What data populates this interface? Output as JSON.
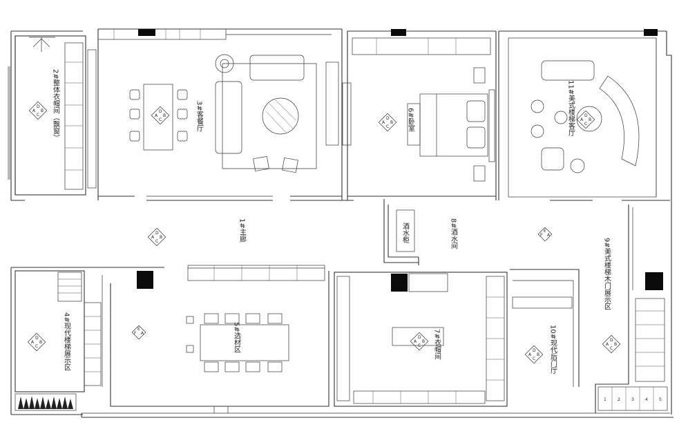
{
  "rooms": {
    "r1": "1#主廊",
    "r2": "2#整体衣帽间（飘窗）",
    "r3": "3#客餐厅",
    "r4": "4#现代楼梯展示区",
    "r5": "5#选材区",
    "r6": "6#卧室",
    "r7": "7#衣帽间",
    "r8": "8#酒水间",
    "r9": "9#美式楼梯木门展示区",
    "r10": "10#现代后门厅",
    "r11": "11#美式楼梯客厅",
    "wine": "酒水柜"
  },
  "markers": {
    "dab": [
      "D",
      "A",
      "B",
      "C"
    ],
    "efa": [
      "E",
      "F",
      "A"
    ]
  },
  "stair_numbers": [
    "1",
    "2",
    "3",
    "4",
    "5"
  ]
}
